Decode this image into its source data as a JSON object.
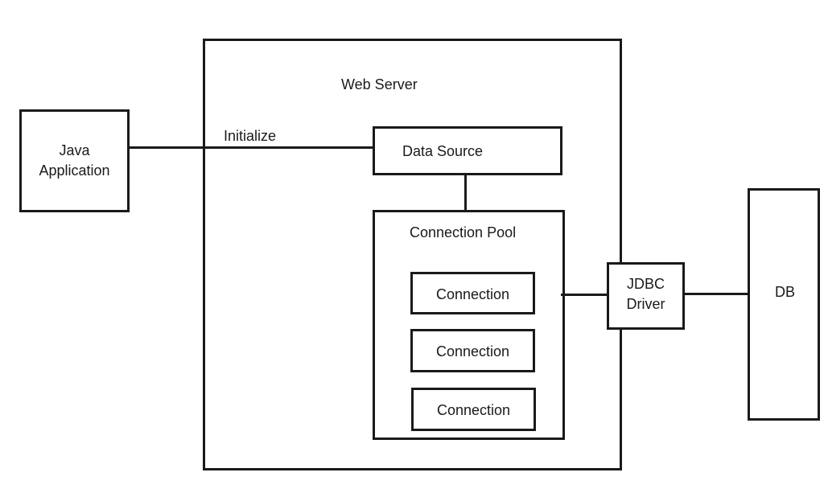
{
  "diagram": {
    "web_server": {
      "label": "Web Server"
    },
    "java_app": {
      "line1": "Java",
      "line2": "Application"
    },
    "initialize": {
      "label": "Initialize"
    },
    "data_source": {
      "label": "Data Source"
    },
    "connection_pool": {
      "label": "Connection Pool",
      "connections": [
        "Connection",
        "Connection",
        "Connection"
      ]
    },
    "jdbc_driver": {
      "line1": "JDBC",
      "line2": "Driver"
    },
    "db": {
      "label": "DB"
    }
  }
}
